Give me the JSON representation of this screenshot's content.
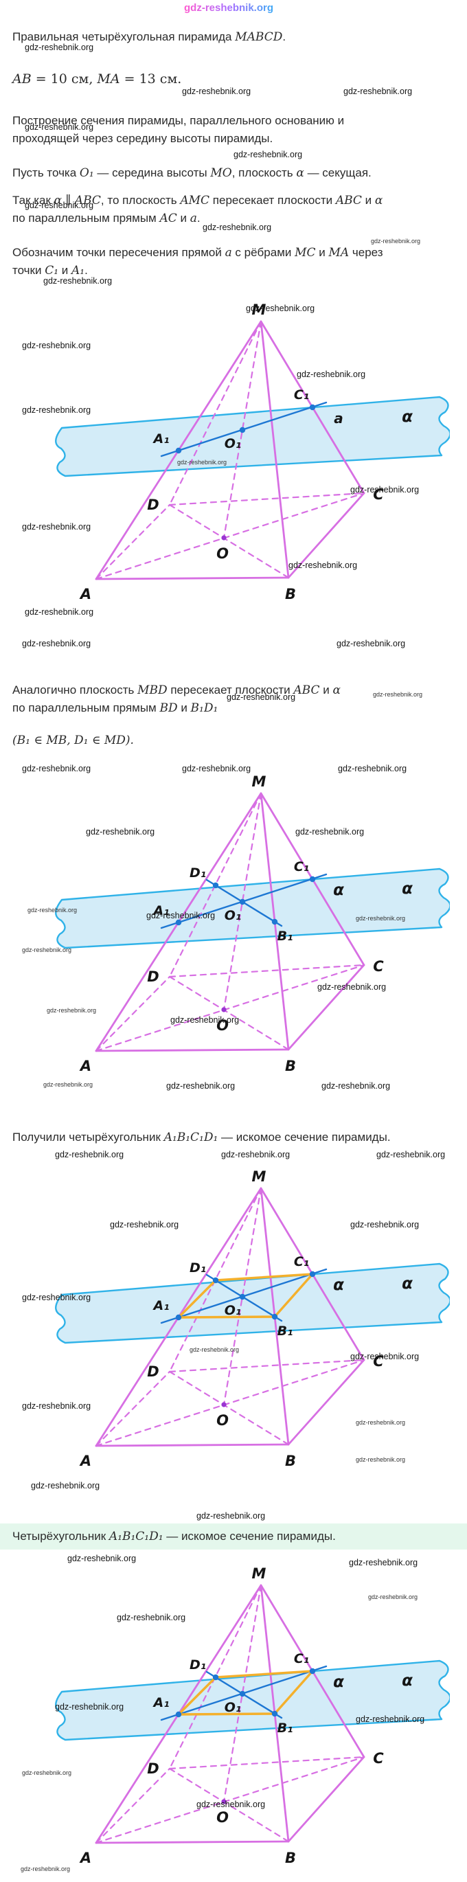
{
  "watermark": {
    "text": "gdz-reshebnik.org"
  },
  "intro": {
    "p1": [
      "Правильная четырёхугольная пирамида ",
      "MABCD",
      "."
    ],
    "p2": [
      "AB",
      " = 10 см, ",
      "MA",
      " = 13 см."
    ],
    "p3": [
      "Построение сечения пирамиды, параллельного основанию и проходящей через середину высоты пирамиды."
    ],
    "p4": [
      "Пусть точка ",
      "O₁",
      " — середина высоты ",
      "MO",
      ", плоскость ",
      "α",
      " — секущая."
    ],
    "p5": [
      "Так как ",
      "α ∥ ABC",
      ", то плоскость ",
      "AMC",
      " пересекает плоскости ",
      "ABC",
      " и ",
      "α",
      " по параллельным прямым ",
      "AC",
      " и ",
      "a",
      "."
    ],
    "p6": [
      "Обозначим точки пересечения прямой ",
      "a",
      " с рёбрами ",
      "MC",
      " и ",
      "MA",
      " через точки ",
      "C₁",
      " и ",
      "A₁",
      "."
    ],
    "p7": [
      "Аналогично плоскость ",
      "MBD",
      " пересекает плоскости ",
      "ABC",
      " и ",
      "α",
      " по параллельным прямым ",
      "BD",
      " и ",
      "B₁D₁"
    ],
    "p7b": [
      "(B₁ ∈ MB, D₁ ∈ MD)."
    ],
    "p8": [
      "Получили четырёхугольник ",
      "A₁B₁C₁D₁",
      " — искомое сечение пирамиды."
    ],
    "p9": [
      "Четырёхугольник ",
      "A₁B₁C₁D₁",
      " — искомое сечение пирамиды."
    ]
  },
  "labels": {
    "M": "M",
    "A": "A",
    "B": "B",
    "C": "C",
    "D": "D",
    "O": "O",
    "O1": "O₁",
    "A1": "A₁",
    "B1": "B₁",
    "C1": "C₁",
    "D1": "D₁",
    "alpha": "α",
    "line_a": "a"
  }
}
